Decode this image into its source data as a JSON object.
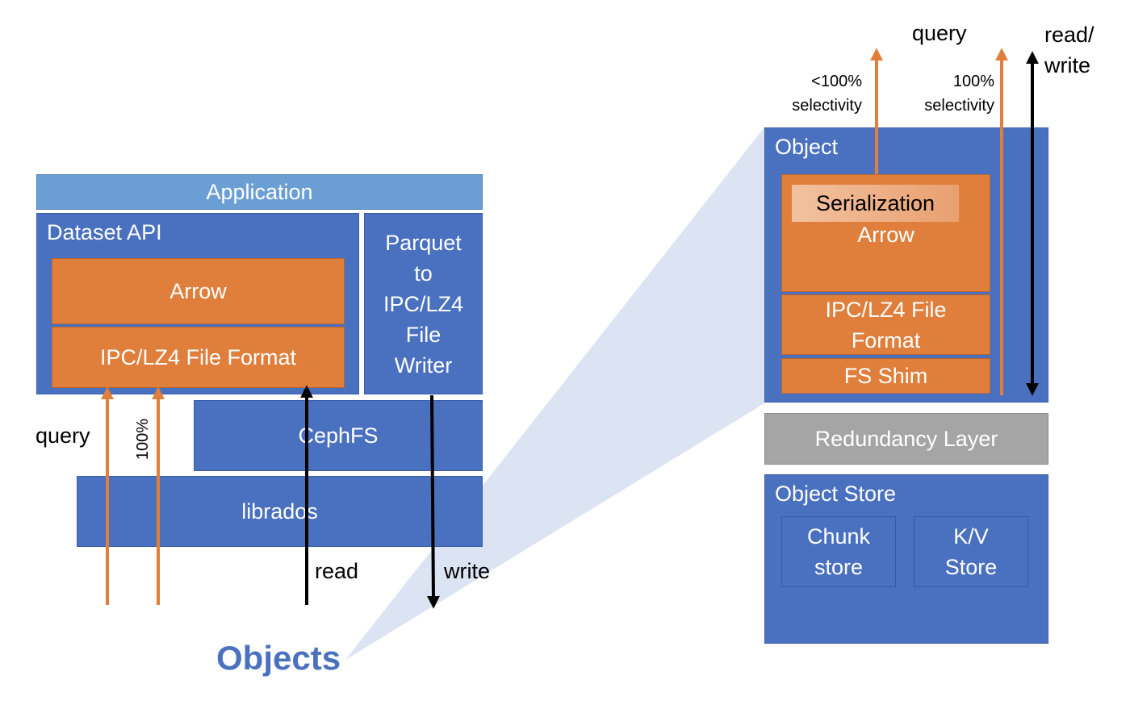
{
  "left": {
    "application": "Application",
    "dataset_api": "Dataset API",
    "arrow": "Arrow",
    "ipc_format": "IPC/LZ4 File Format",
    "parquet_writer": [
      "Parquet",
      "to",
      "IPC/LZ4",
      "File",
      "Writer"
    ],
    "cephfs": "CephFS",
    "librados": "librados",
    "query": "query",
    "pct": "100%",
    "read": "read",
    "write": "write",
    "objects": "Objects"
  },
  "right": {
    "query": "query",
    "read_write": [
      "read/",
      "write"
    ],
    "lt100": [
      "<100%",
      "selectivity"
    ],
    "eq100": [
      "100%",
      "selectivity"
    ],
    "object": "Object",
    "serialization": "Serialization",
    "arrow": "Arrow",
    "ipc_format": [
      "IPC/LZ4 File",
      "Format"
    ],
    "fs_shim": "FS Shim",
    "redundancy": "Redundancy Layer",
    "object_store": "Object Store",
    "chunk_store": [
      "Chunk",
      "store"
    ],
    "kv_store": [
      "K/V",
      "Store"
    ]
  },
  "colors": {
    "blue": "#4a71bf",
    "orange": "#e07f3c",
    "light_blue": "#6b9fd4",
    "gray": "#a5a5a5",
    "objects_text": "#4a71bf",
    "wedge": "#dce3f2"
  }
}
